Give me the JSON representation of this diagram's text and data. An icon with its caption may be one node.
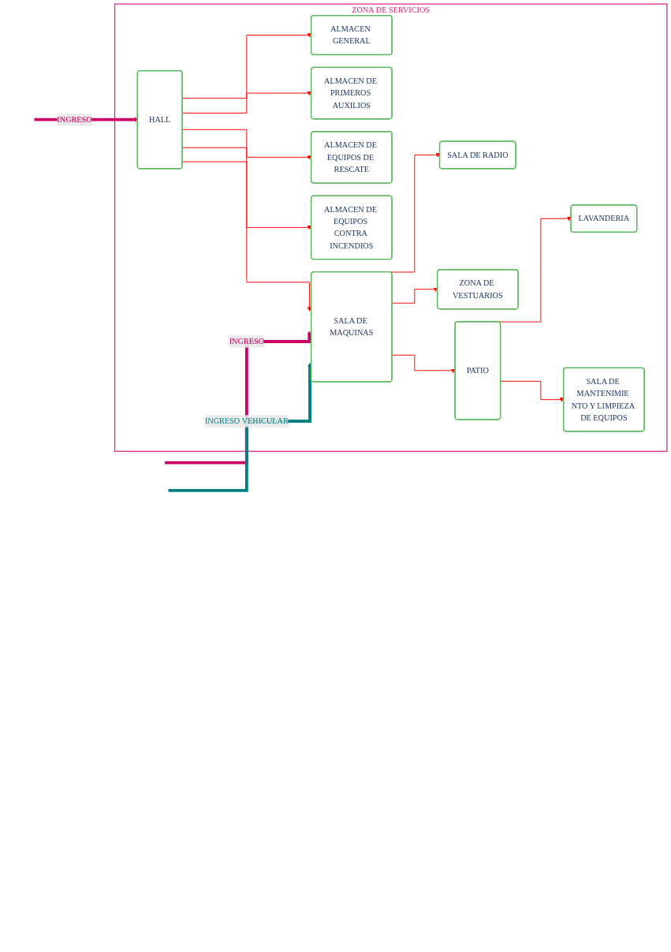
{
  "diagram": {
    "nodes": [
      {
        "text": [
          "ZONA DE SERVICIOS"
        ]
      },
      {
        "text": [
          "ALMACEN GENERAL"
        ],
        "in": 0
      },
      {
        "text": [
          "HALL"
        ],
        "in": 0
      },
      {
        "text": [
          "ALMACEN DE PRIMEROS AUXILIOS"
        ],
        "in": 0
      },
      {
        "text": [
          "ALMACEN DE EQUIPOS DE RESCATE"
        ],
        "in": 0
      },
      {
        "text": [
          "ALMACEN DE EQUIPOS CONTRA INCENDIOS"
        ],
        "in": 0
      },
      {
        "text": [
          "SALA DE RADIO"
        ],
        "in": 0
      },
      {
        "text": [
          "SALA DE MAQUINAS"
        ],
        "in": 0
      },
      {
        "text": [
          "ZONA DE VESTUARIOS"
        ],
        "in": 0
      },
      {
        "text": [
          "LAVANDERIA"
        ],
        "in": 0
      },
      {
        "text": [
          "PATIO"
        ],
        "in": 0
      },
      {
        "text": [
          "SALA DE MANTENIMIE NTO Y LIMPIEZA DE EQUIPOS"
        ],
        "in": 0
      }
    ],
    "edges": [
      {
        "from": 2,
        "to": 1,
        "arrow": "to"
      },
      {
        "from": 2,
        "to": 3,
        "arrow": "to"
      },
      {
        "from": null,
        "to": 2,
        "arrow": "to",
        "label": "INGRESO",
        "style": "thick",
        "color": "#cc0066"
      },
      {
        "from": 2,
        "to": 4,
        "arrow": "to"
      },
      {
        "from": 2,
        "to": 5,
        "arrow": "to"
      },
      {
        "from": 2,
        "to": 7,
        "arrow": "to"
      },
      {
        "from": 7,
        "to": 6,
        "arrow": "to"
      },
      {
        "from": null,
        "to": 7,
        "arrow": "to",
        "label": "INGRESO",
        "style": "thick",
        "color": "#cc0066"
      },
      {
        "from": null,
        "to": 7,
        "arrow": "to",
        "label": "INGRESO VEHICULAR",
        "style": "thick",
        "color": "#008080"
      },
      {
        "from": 7,
        "to": 8,
        "arrow": "to"
      },
      {
        "from": 7,
        "to": 10,
        "arrow": "to"
      },
      {
        "from": 10,
        "to": 9,
        "arrow": "to"
      },
      {
        "from": 10,
        "to": 11,
        "arrow": "to"
      }
    ]
  }
}
